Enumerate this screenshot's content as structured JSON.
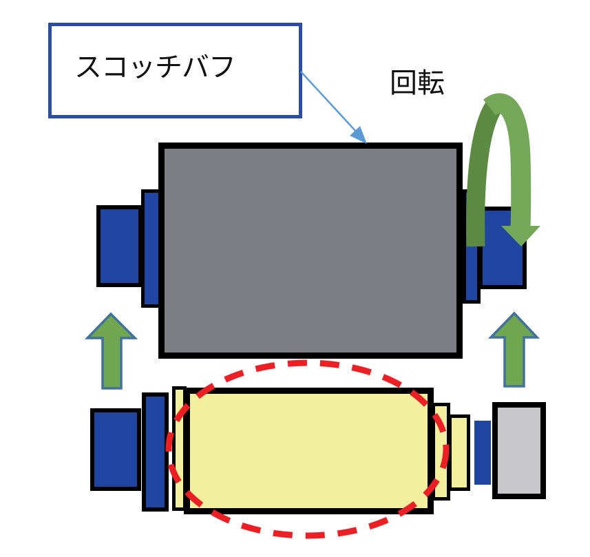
{
  "diagram": {
    "buff_label": "スコッチバフ",
    "rotation_label": "回転"
  },
  "icons": {
    "rotation_arrow": "loop-arrow-clockwise",
    "lift_arrow_left": "up-block-arrow",
    "lift_arrow_right": "up-block-arrow",
    "label_connector": "straight-arrow-down-right",
    "contact_highlight": "dashed-ellipse"
  },
  "colors": {
    "label_box_border": "#2B4EA2",
    "connector_blue": "#5B9BD5",
    "roller_gray": "#7C7E84",
    "shaft_blue": "#1F45A0",
    "arrow_green": "#70A64F",
    "loop_green_dark": "#5D8A42",
    "loop_green_light": "#74A757",
    "arrow_outline": "#41719C",
    "roller_yellow": "#F2EF9F",
    "end_cap_gray": "#C8C8CA",
    "highlight_red": "#EC2024",
    "outline_black": "#000000"
  }
}
